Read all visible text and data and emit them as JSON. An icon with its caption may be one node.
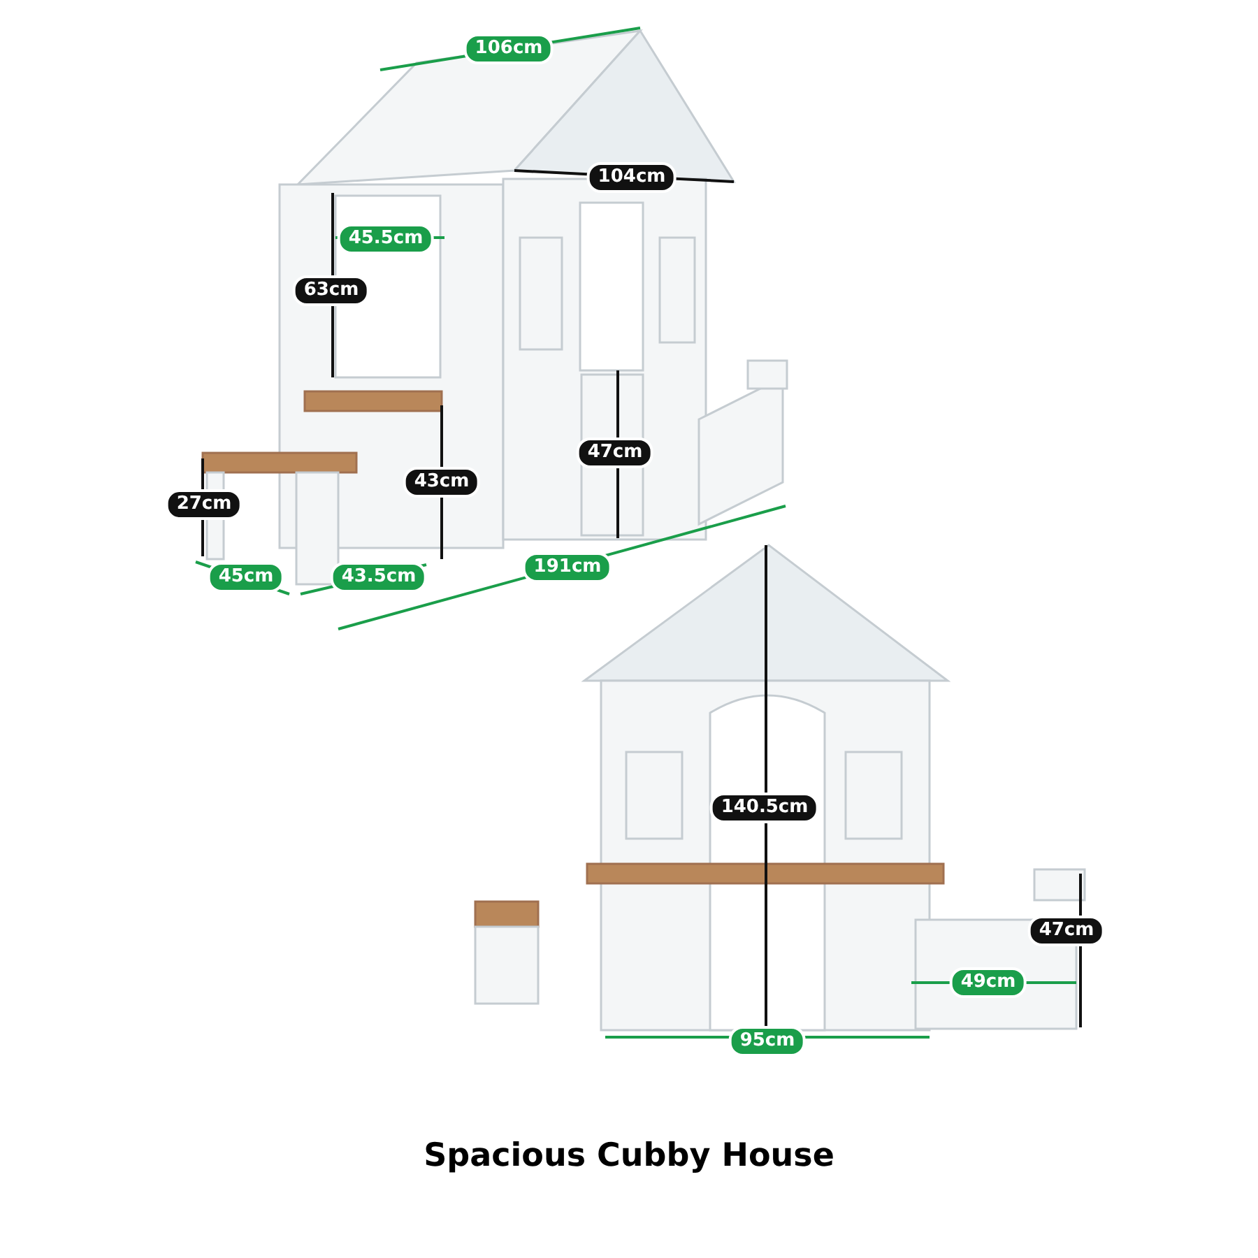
{
  "diagram": {
    "title": "Spacious Cubby House",
    "labels": [
      "106cm",
      "104cm",
      "45.5cm",
      "63cm",
      "43cm",
      "47cm",
      "27cm",
      "45cm",
      "43.5cm",
      "191cm",
      "140.5cm",
      "47cm",
      "49cm",
      "95cm"
    ]
  }
}
